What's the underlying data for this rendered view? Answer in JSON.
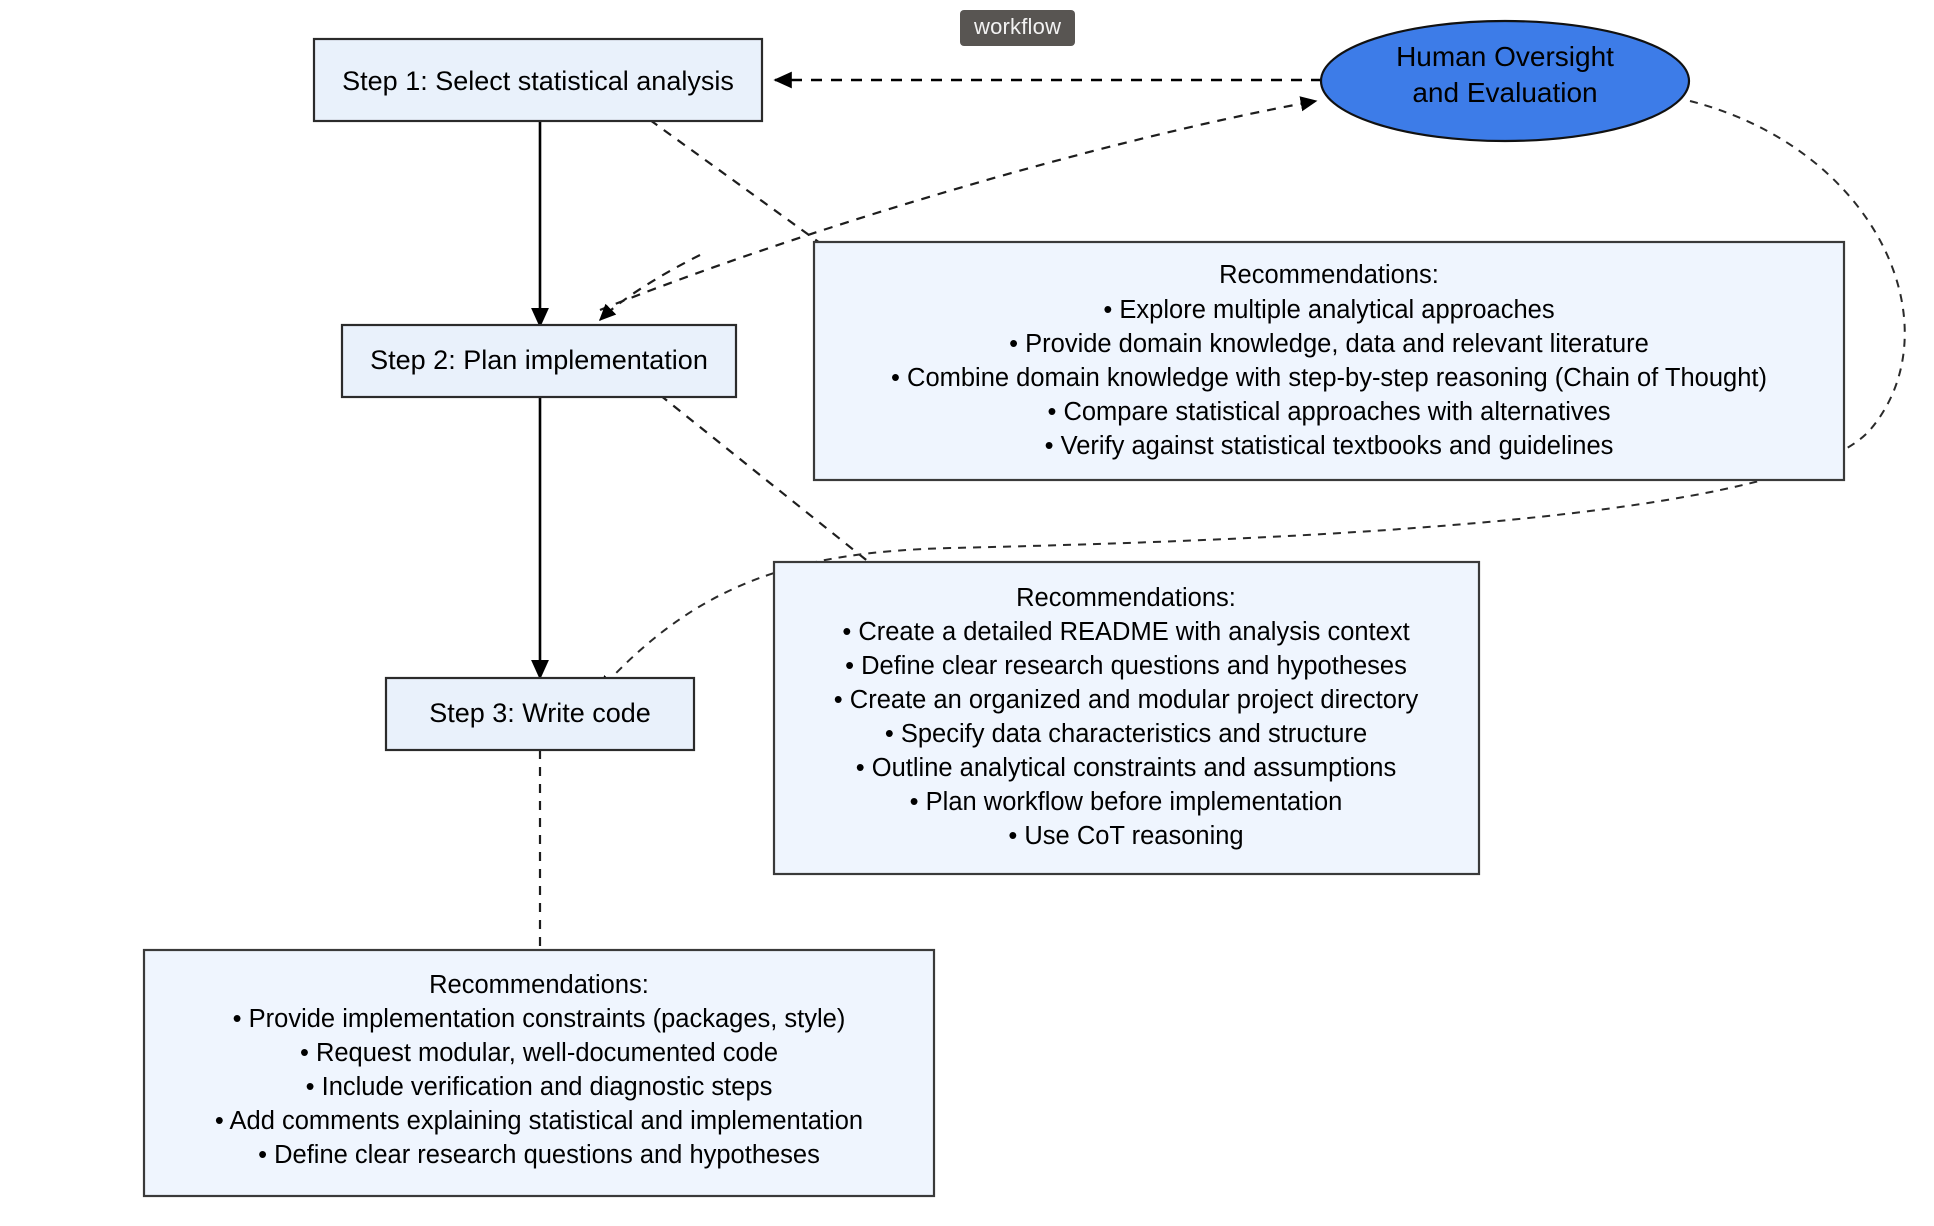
{
  "diagram": {
    "watermark": "workflow",
    "type": "flowchart",
    "orientation": "top-to-bottom",
    "colors": {
      "node_fill": "#e9f1fb",
      "node_stroke": "#2b2b2b",
      "recommendation_fill": "#eff5fe",
      "oversight_fill": "#3d7ce8",
      "edge": "#000000",
      "badge_bg": "#585552",
      "badge_text": "#f2f2f2",
      "background": "#ffffff"
    },
    "nodes": {
      "step1": {
        "label": "Step 1: Select statistical analysis"
      },
      "step2": {
        "label": "Step 2: Plan implementation"
      },
      "step3": {
        "label": "Step 3: Write code"
      },
      "oversight": {
        "line1": "Human Oversight",
        "line2": "and Evaluation"
      }
    },
    "recommendations": {
      "step1_box": {
        "heading": "Recommendations:",
        "items": [
          "• Explore multiple analytical approaches",
          "• Provide domain knowledge, data and relevant literature",
          "• Combine domain knowledge with step-by-step reasoning (Chain of Thought)",
          "• Compare statistical approaches with alternatives",
          "• Verify against statistical textbooks and guidelines"
        ]
      },
      "step2_box": {
        "heading": "Recommendations:",
        "items": [
          "• Create a detailed README with analysis context",
          "• Define clear research questions and hypotheses",
          "• Create an organized and modular project directory",
          "• Specify data characteristics and structure",
          "• Outline analytical constraints and assumptions",
          "• Plan workflow before implementation",
          "• Use CoT reasoning"
        ]
      },
      "step3_box": {
        "heading": "Recommendations:",
        "items": [
          "• Provide implementation constraints (packages, style)",
          "• Request modular, well-documented code",
          "• Include verification and diagnostic steps",
          "• Add comments explaining statistical and implementation",
          "• Define clear research questions and hypotheses"
        ]
      }
    },
    "edges": [
      {
        "from": "oversight",
        "to": "step1",
        "style": "dashed",
        "arrow": true
      },
      {
        "from": "step1",
        "to": "step2",
        "style": "solid",
        "arrow": true
      },
      {
        "from": "step2",
        "to": "step3",
        "style": "solid",
        "arrow": true
      },
      {
        "from": "step1",
        "to": "step1_recommendations",
        "style": "dashed",
        "arrow": false
      },
      {
        "from": "step1_recommendations",
        "to": "oversight",
        "style": "dashed",
        "arrow": true
      },
      {
        "from": "step1_recommendations",
        "to": "step2",
        "style": "dashed",
        "arrow": true
      },
      {
        "from": "step2",
        "to": "step2_recommendations",
        "style": "dashed",
        "arrow": false
      },
      {
        "from": "oversight",
        "to": "step3",
        "style": "dashed",
        "arrow": true
      },
      {
        "from": "step3",
        "to": "step3_recommendations",
        "style": "dashed",
        "arrow": false
      },
      {
        "from": "step2_recommendations",
        "to": "oversight",
        "style": "dashed",
        "arrow": true
      }
    ]
  }
}
